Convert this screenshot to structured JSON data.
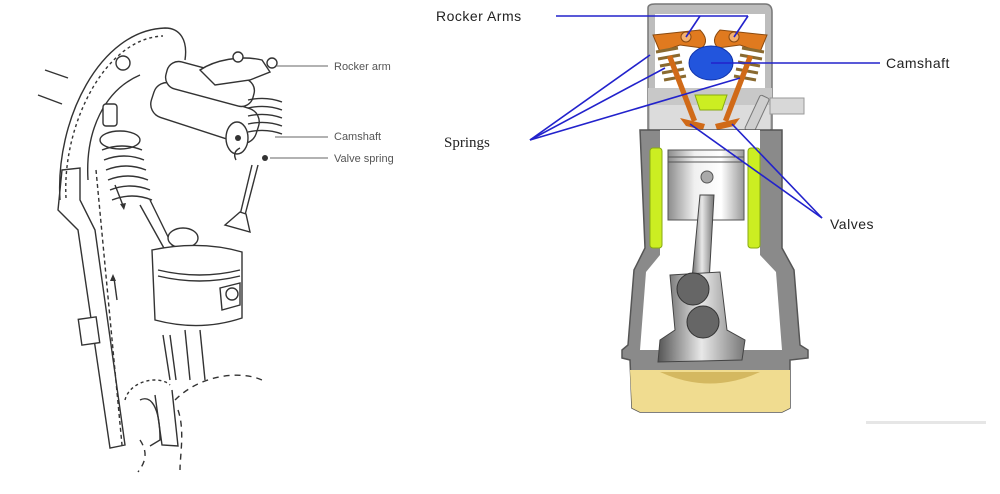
{
  "left_diagram": {
    "labels": {
      "rocker_arm": "Rocker arm",
      "camshaft": "Camshaft",
      "valve_spring": "Valve spring"
    }
  },
  "right_diagram": {
    "labels": {
      "rocker_arms": "Rocker Arms",
      "camshaft": "Camshaft",
      "springs": "Springs",
      "valves": "Valves"
    },
    "colors": {
      "leader_lines": "#2222cc",
      "rocker_arm": "#e07a1f",
      "camshaft_lobe": "#2255dd",
      "coolant_jacket": "#ccee22",
      "oil": "#f0dc90",
      "block": "#8a8a8a"
    }
  }
}
